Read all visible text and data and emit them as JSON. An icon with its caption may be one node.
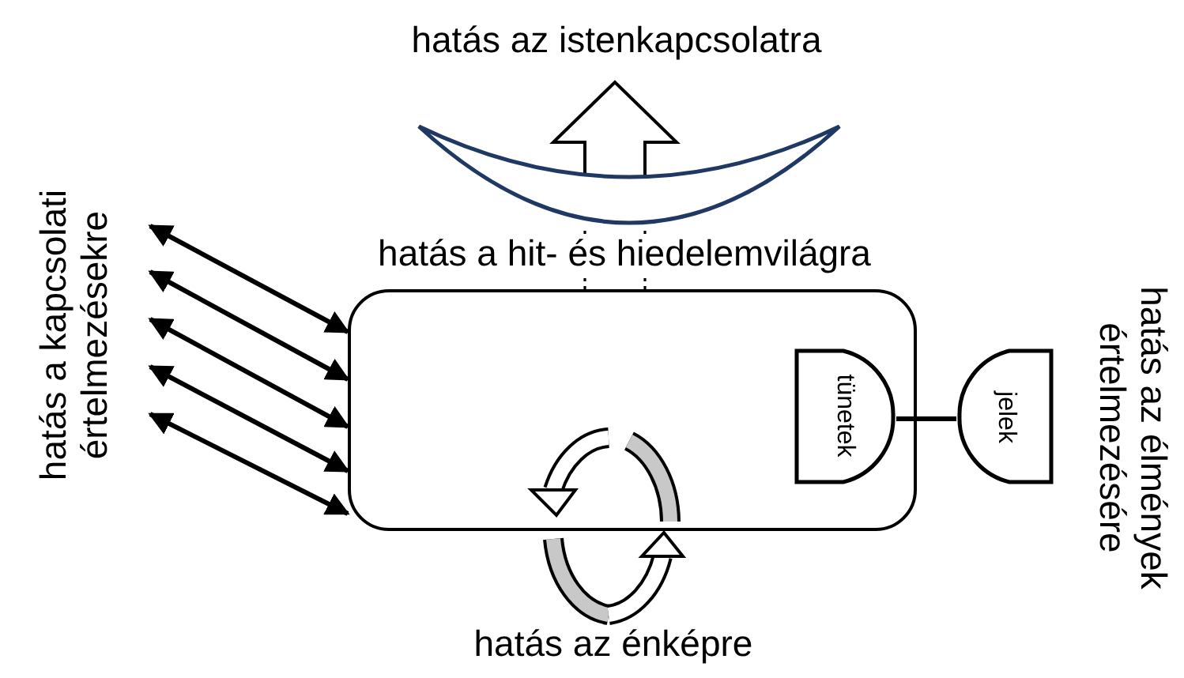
{
  "diagram": {
    "nodes": [
      {
        "text": [],
        "shape": "box"
      },
      {
        "text": [
          "tünetek"
        ],
        "in": 0
      },
      {
        "text": [
          "jelek"
        ]
      },
      {
        "text": [],
        "shape": "crescent"
      }
    ],
    "edges": [
      {
        "from": 1,
        "to": 2,
        "arrow": "none"
      },
      {
        "from": 0,
        "to": 3,
        "arrow": "none",
        "style": "dashed"
      },
      {
        "from": 0,
        "to": 3,
        "arrow": "none",
        "style": "dashed"
      },
      {
        "from": null,
        "to": 0,
        "arrow": "both"
      },
      {
        "from": null,
        "to": 0,
        "arrow": "both"
      },
      {
        "from": null,
        "to": 0,
        "arrow": "both"
      },
      {
        "from": null,
        "to": 0,
        "arrow": "both"
      },
      {
        "from": null,
        "to": 0,
        "arrow": "both"
      }
    ],
    "labels": [
      "hatás az istenkapcsolatra",
      "hatás a kapcsolati értelmezésekre",
      "hatás a hit- és hiedelemvilágra",
      "hatás az élmények értelmezésére",
      "hatás az énképre"
    ]
  }
}
